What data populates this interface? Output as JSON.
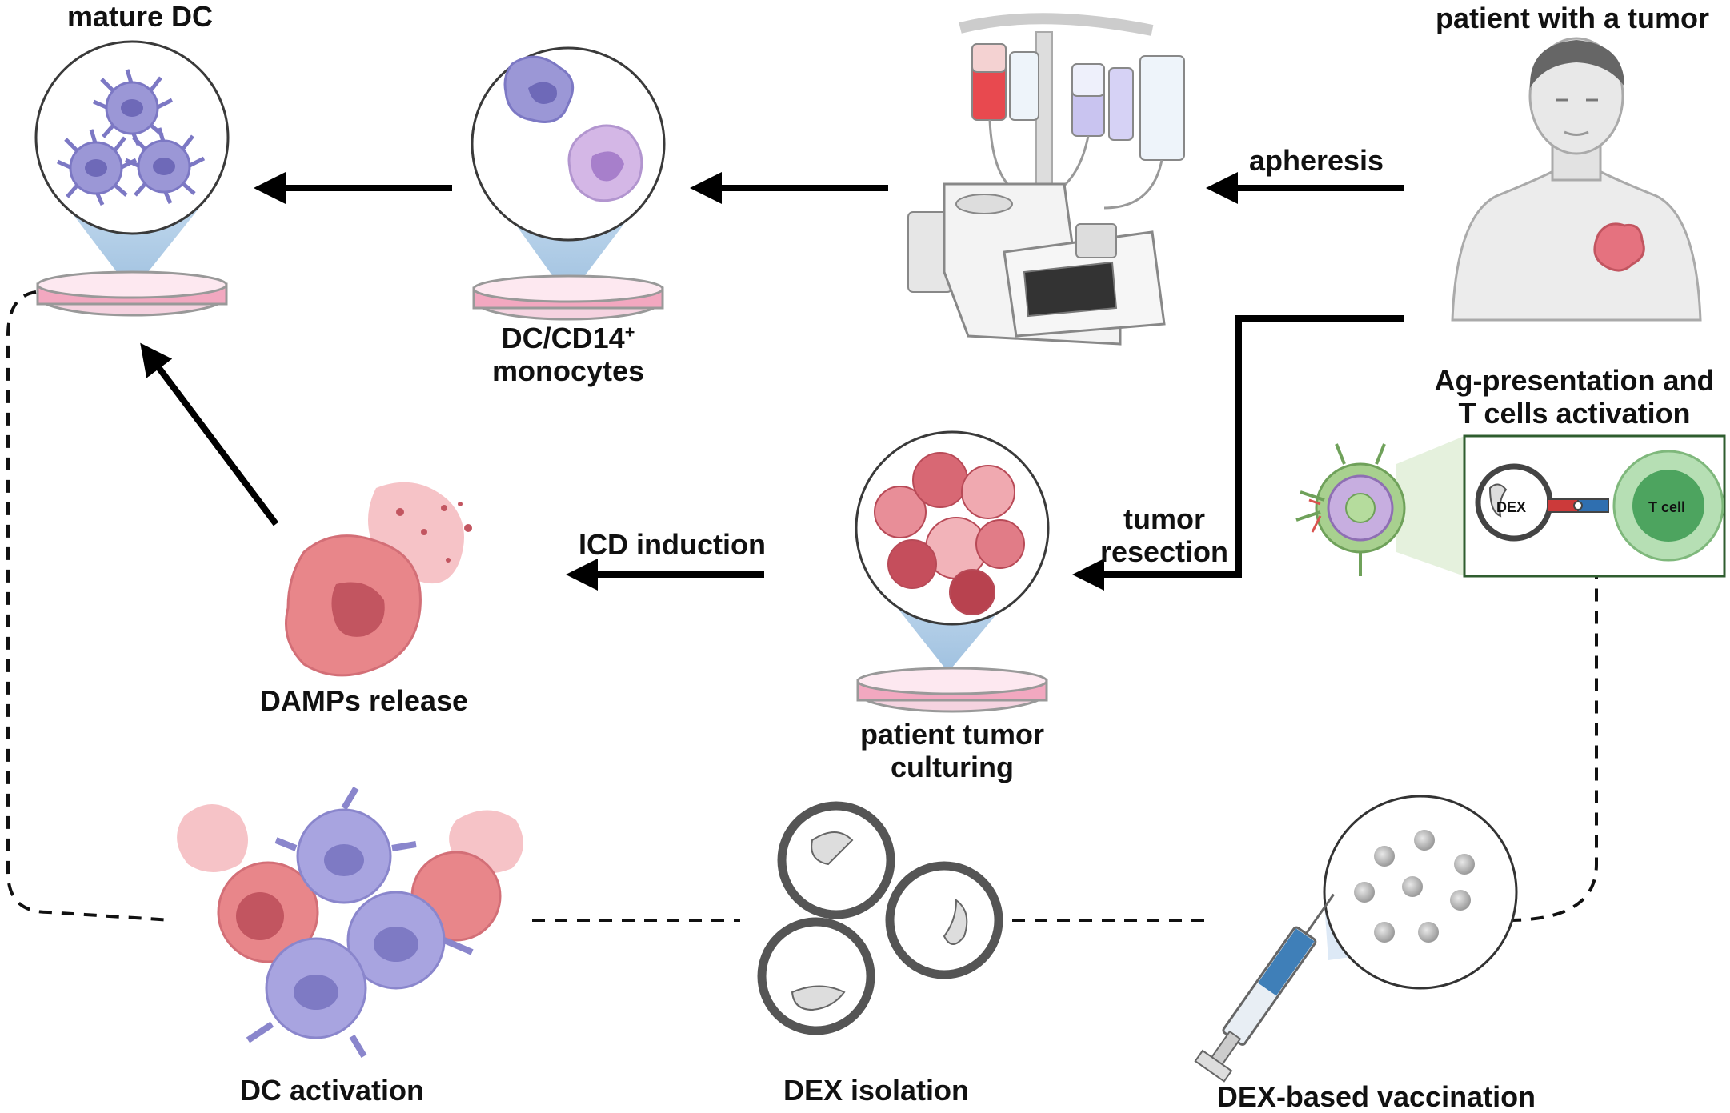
{
  "labels": {
    "mature_dc": "mature DC",
    "patient": "patient with a tumor",
    "apheresis": "apheresis",
    "dc_cd14_line1": "DC/CD14",
    "dc_cd14_sup": "+",
    "dc_cd14_line2": "monocytes",
    "ag_line1": "Ag-presentation and",
    "ag_line2": "T cells activation",
    "dex_small": "DEX",
    "t_cell": "T cell",
    "tumor_line1": "tumor",
    "tumor_line2": "resection",
    "icd": "ICD induction",
    "damps": "DAMPs release",
    "culture_line1": "patient tumor",
    "culture_line2": "culturing",
    "dc_activation": "DC activation",
    "dex_isolation": "DEX isolation",
    "dex_vaccination": "DEX-based vaccination"
  },
  "colors": {
    "dc_purple": "#9b97d6",
    "dc_nucleus": "#6e69b8",
    "tumor_pink": "#e8868a",
    "tumor_dark": "#c25560",
    "dish_pink": "#f2a8c0",
    "cone_blue": "#a9c9e4",
    "node_green": "#b8d7a3",
    "tcell_green": "#8dc58f",
    "arrow": "#000000"
  }
}
